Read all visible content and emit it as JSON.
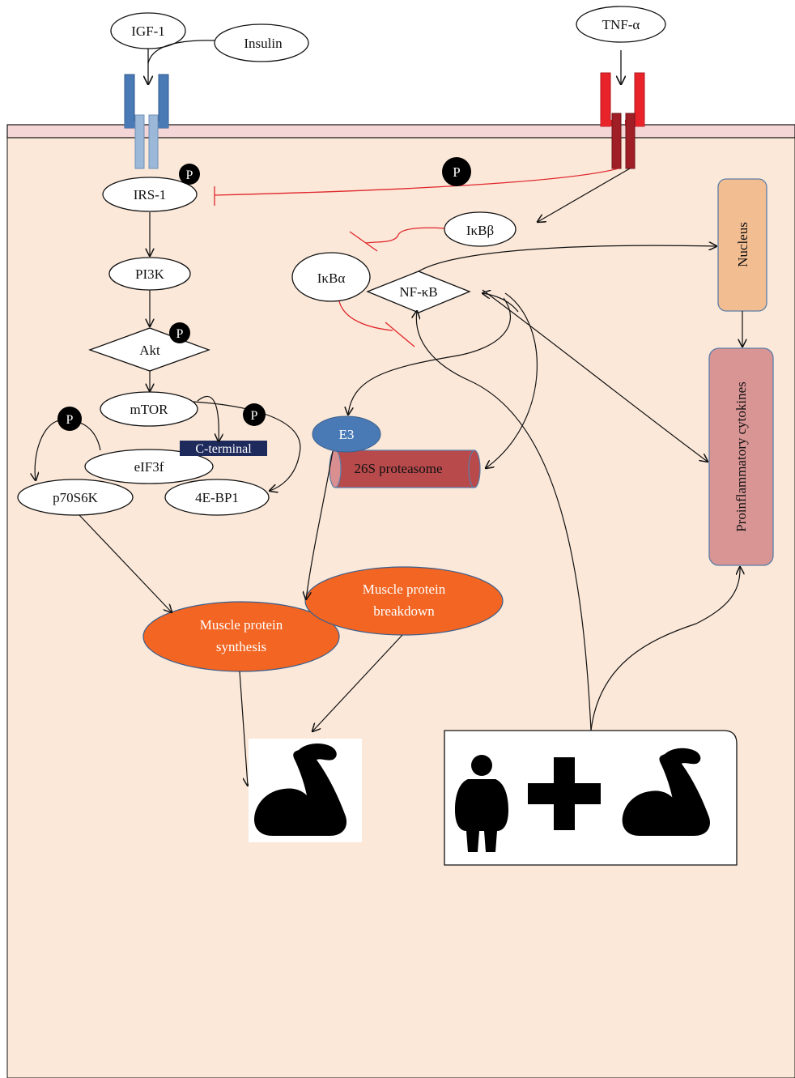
{
  "labels": {
    "igf1": "IGF-1",
    "insulin": "Insulin",
    "tnf": "TNF-α",
    "irs1": "IRS-1",
    "pi3k": "PI3K",
    "akt": "Akt",
    "mtor": "mTOR",
    "eif3f": "eIF3f",
    "p70s6k": "p70S6K",
    "ebp1": "4E-BP1",
    "cterminal": "C-terminal",
    "ikbb": "IκBβ",
    "ikba": "IκBα",
    "nfkb": "NF-κB",
    "nucleus": "Nucleus",
    "cytokines": "Proinflammatory cytokines",
    "e3": "E3",
    "proteasome": "26S proteasome",
    "synthesis_line1": "Muscle protein",
    "synthesis_line2": "synthesis",
    "breakdown_line1": "Muscle protein",
    "breakdown_line2": "breakdown",
    "phospho": "P"
  },
  "colors": {
    "cell": "#fbe8d9",
    "membrane": "#f5d6d6",
    "igf_receptor_outer": "#4a7ab5",
    "igf_receptor_inner": "#9bb8d8",
    "tnf_receptor_outer": "#e8232a",
    "tnf_receptor_inner": "#a01e26",
    "inhibition": "#e0262a",
    "nucleus_fill": "#f3bd92",
    "cytokines_fill": "#d99594",
    "e3_fill": "#4a7ab5",
    "proteasome_fill": "#b84a4c",
    "orange_node": "#f26522",
    "c_terminal_bg": "#1f2a5c"
  },
  "icons": [
    "muscle-arm-icon",
    "obese-person-icon",
    "plus-icon"
  ]
}
